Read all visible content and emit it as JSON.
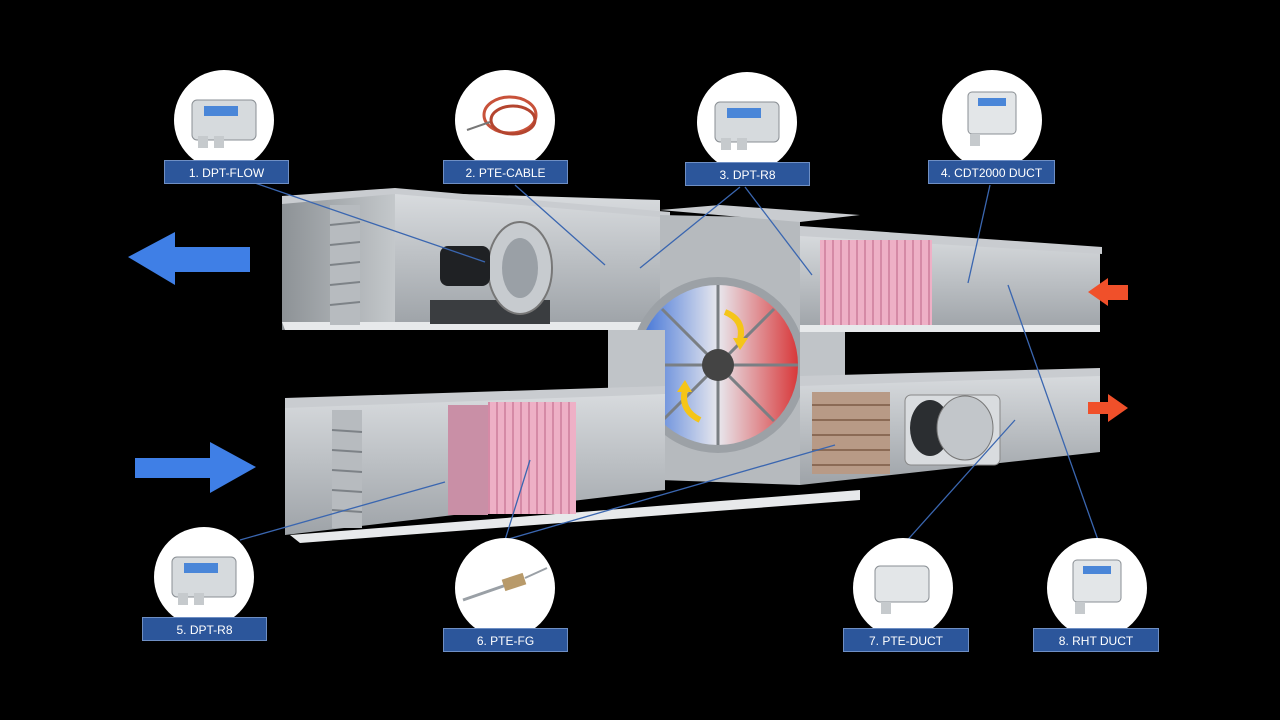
{
  "callouts": [
    {
      "label": "1. DPT-FLOW",
      "device": "pressure-transmitter-icon"
    },
    {
      "label": "2. PTE-CABLE",
      "device": "cable-sensor-icon"
    },
    {
      "label": "3. DPT-R8",
      "device": "pressure-transmitter-icon"
    },
    {
      "label": "4. CDT2000 DUCT",
      "device": "duct-transmitter-icon"
    },
    {
      "label": "5. DPT-R8",
      "device": "pressure-transmitter-icon"
    },
    {
      "label": "6. PTE-FG",
      "device": "probe-sensor-icon"
    },
    {
      "label": "7. PTE-DUCT",
      "device": "duct-transmitter-icon"
    },
    {
      "label": "8. RHT DUCT",
      "device": "duct-transmitter-icon"
    }
  ],
  "colors": {
    "label_bg": "#2c569b",
    "supply_arrow": "#3f7fe6",
    "exhaust_arrow": "#f0502a",
    "filter": "#e9a8c0",
    "wheel_cold": "#3b6fd6",
    "wheel_hot": "#d8383a",
    "leader_line": "#3a66b0"
  }
}
